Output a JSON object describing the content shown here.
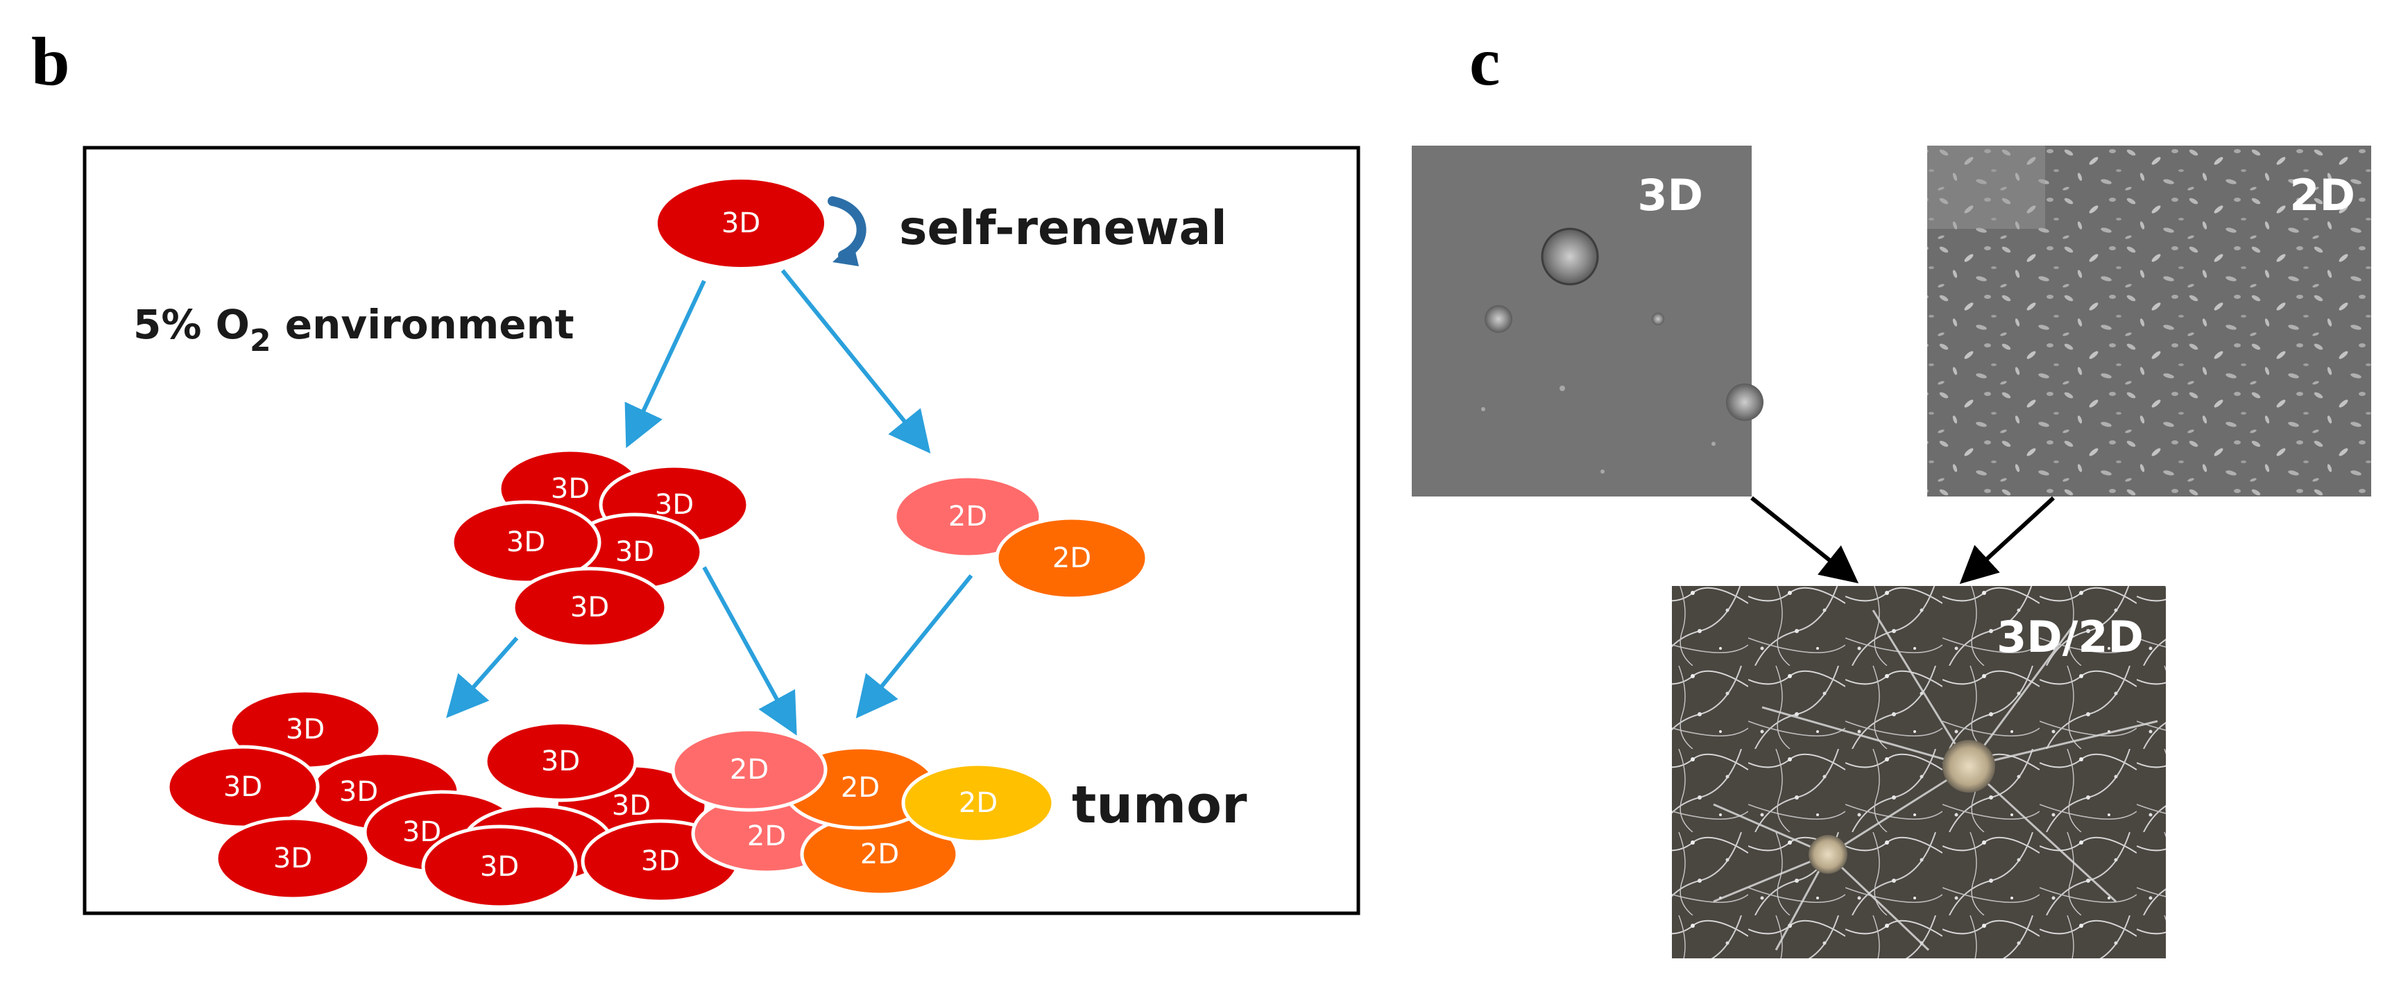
{
  "panel_b": {
    "letter": "b",
    "top_cell_label": "3D",
    "self_renewal_label": "self-renewal",
    "environment": {
      "prefix": "5% O",
      "subscript": "2",
      "suffix": " environment"
    },
    "left_cluster_labels": [
      "3D",
      "3D",
      "3D",
      "3D",
      "3D"
    ],
    "right_cluster_labels": [
      "2D",
      "2D"
    ],
    "tumor_label": "tumor",
    "tumor_cells": [
      {
        "label": "3D"
      },
      {
        "label": "3D"
      },
      {
        "label": "3D"
      },
      {
        "label": "3D"
      },
      {
        "label": "3D"
      },
      {
        "label": "3D"
      },
      {
        "label": "3D"
      },
      {
        "label": "3D"
      },
      {
        "label": "3D"
      },
      {
        "label": "3D"
      },
      {
        "label": "2D"
      },
      {
        "label": "2D"
      },
      {
        "label": "2D"
      },
      {
        "label": "2D"
      },
      {
        "label": "2D"
      }
    ]
  },
  "panel_c": {
    "letter": "c",
    "photo_3d_label": "3D",
    "photo_2d_label": "2D",
    "photo_mix_label": "3D/2D"
  },
  "colors": {
    "cell_3d": "#dd0000",
    "cell_2d_pink": "#ff6b6b",
    "cell_2d_orange": "#ff6a00",
    "cell_2d_yellow": "#ffc000",
    "blue_arrow": "#2aa0dc",
    "renewal_arrow": "#2c6fa8"
  }
}
